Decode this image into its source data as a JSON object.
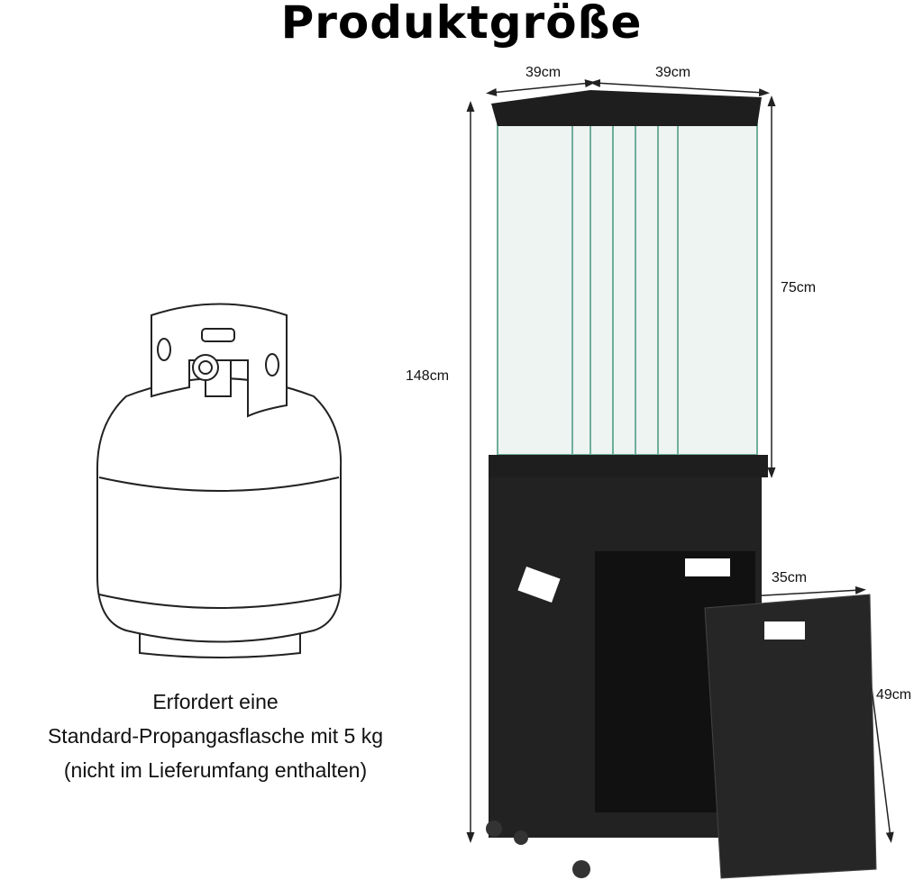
{
  "title": "Produktgröße",
  "dimensions": {
    "top_width_left": "39cm",
    "top_width_right": "39cm",
    "glass_height": "75cm",
    "total_height": "148cm",
    "door_width": "35cm",
    "door_height": "49cm"
  },
  "caption": {
    "line1": "Erfordert eine",
    "line2": "Standard-Propangasflasche mit 5 kg",
    "line3": "(nicht im Lieferumfang enthalten)"
  },
  "colors": {
    "cabinet": "#1e1e1e",
    "glass": "#eef4f2",
    "glass_edge": "#6fae9c"
  }
}
